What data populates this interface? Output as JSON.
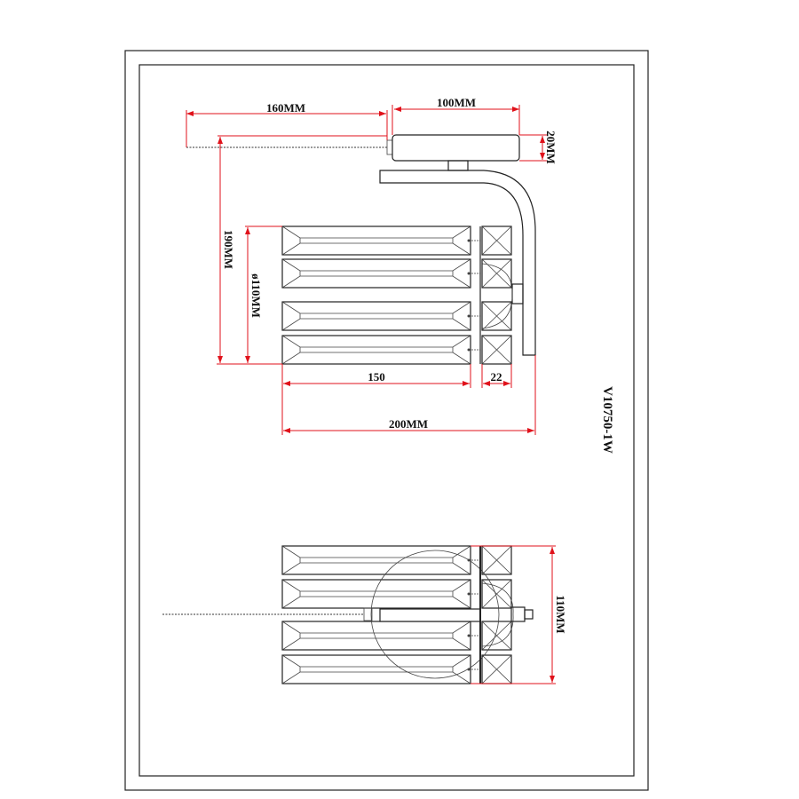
{
  "drawing": {
    "model_code": "V10750-1W",
    "side_view": {
      "chain_length": "160MM",
      "canopy_width": "100MM",
      "canopy_height": "20MM",
      "total_height": "190MM",
      "shade_diameter": "ø110MM",
      "crystal_length": "150",
      "end_block": "22",
      "projection": "200MM"
    },
    "top_view": {
      "width": "110MM"
    }
  },
  "colors": {
    "dimension": "#e0121b",
    "line": "#222222"
  }
}
